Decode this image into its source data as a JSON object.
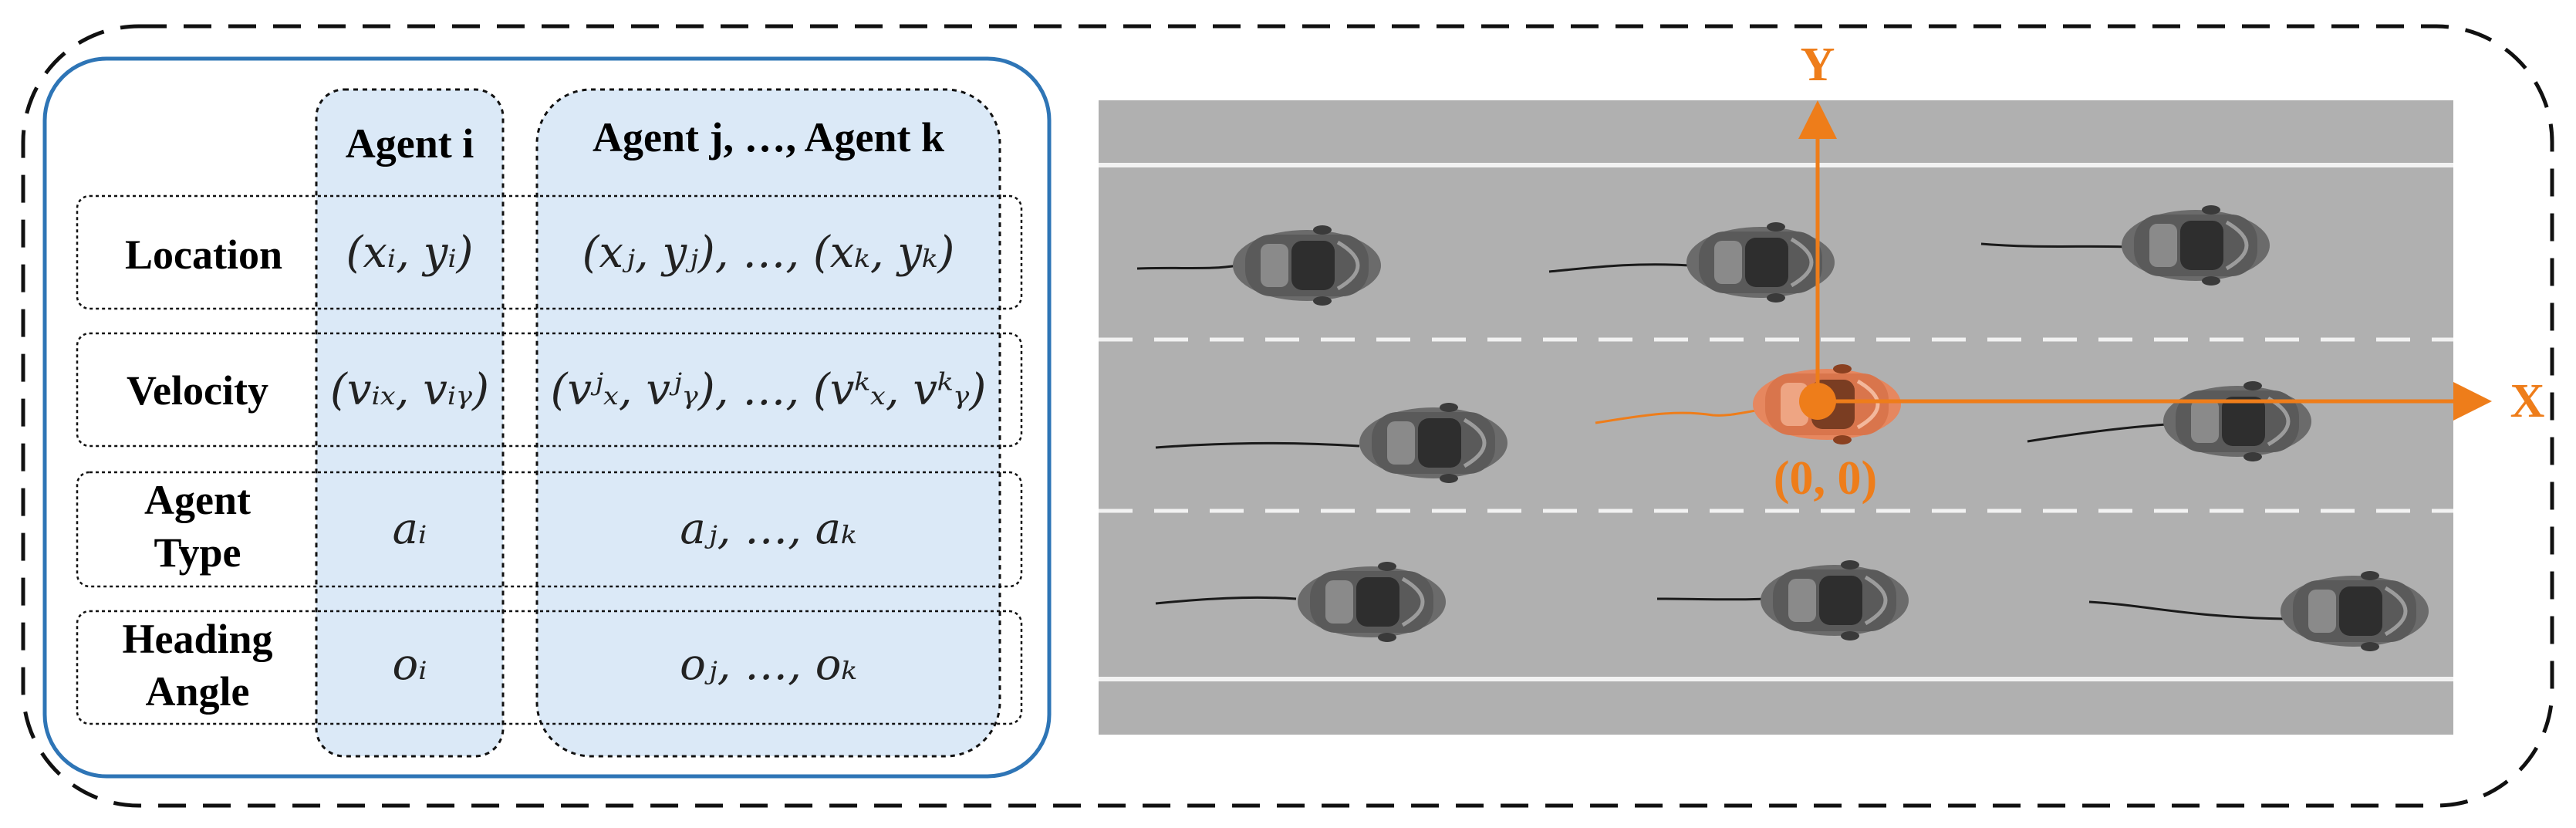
{
  "table": {
    "headers": {
      "agent_i": "Agent i",
      "agent_jk": "Agent j, …, Agent k"
    },
    "rows": [
      {
        "label_lines": [
          "Location"
        ],
        "agent_i": "(xᵢ, yᵢ)",
        "agent_jk": "(xⱼ, yⱼ), …, (xₖ, yₖ)"
      },
      {
        "label_lines": [
          "Velocity"
        ],
        "agent_i": "(vᵢₓ, vᵢᵧ)",
        "agent_jk": "(vʲₓ, vʲᵧ), …, (vᵏₓ, vᵏᵧ)"
      },
      {
        "label_lines": [
          "Agent",
          "Type"
        ],
        "agent_i": "aᵢ",
        "agent_jk": "aⱼ, …, aₖ"
      },
      {
        "label_lines": [
          "Heading",
          "Angle"
        ],
        "agent_i": "oᵢ",
        "agent_jk": "oⱼ, …, oₖ"
      }
    ]
  },
  "scene": {
    "axis_x_label": "X",
    "axis_y_label": "Y",
    "origin_label": "(0, 0)"
  },
  "colors": {
    "accent_orange": "#ee7d1a",
    "panel_blue_border": "#2e75b6",
    "column_fill": "#dbe9f7",
    "road_gray": "#b0b0b0",
    "ego_car": "#e07a50",
    "other_car": "#6b6b6b"
  }
}
